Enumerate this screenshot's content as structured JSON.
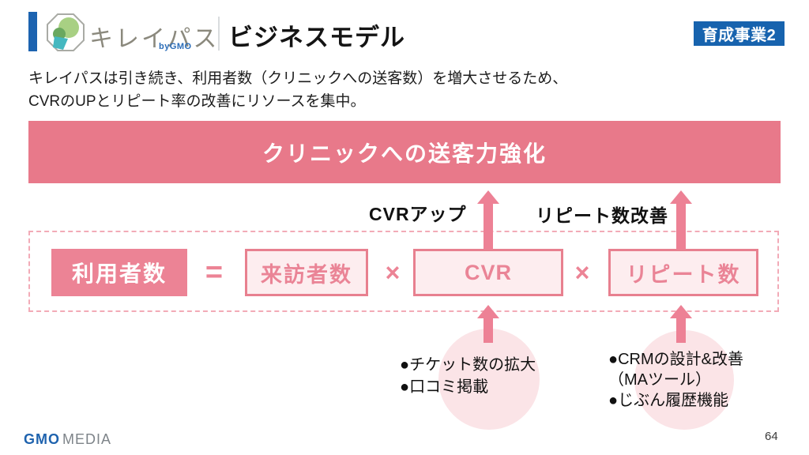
{
  "slide": {
    "header": {
      "brand": "キレイパス",
      "brand_by": "byGMO",
      "title": "ビジネスモデル",
      "badge": "育成事業2"
    },
    "intro": {
      "line1": "キレイパスは引き続き、利用者数（クリニックへの送客数）を増大させるため、",
      "line2": "CVRのUPとリピート率の改善にリソースを集中。"
    },
    "banner": "クリニックへの送客力強化",
    "labels": {
      "cvr": "CVRアップ",
      "repeat": "リピート数改善"
    },
    "formula": {
      "result": "利用者数",
      "equals": "=",
      "times": "×",
      "factor1": "来訪者数",
      "factor2": "CVR",
      "factor3": "リピート数"
    },
    "notes": {
      "cvr": [
        "●チケット数の拡大",
        "●口コミ掲載"
      ],
      "repeat": [
        "●CRMの設計&改善",
        "（MAツール）",
        "●じぶん履歴機能"
      ]
    },
    "footer": {
      "gmo": "GMO",
      "media": "MEDIA",
      "page": "64"
    },
    "colors": {
      "banner_pink": "#e8798a",
      "solid_box_pink": "#ec8395",
      "light_box_fill": "#fdedef",
      "box_border_pink": "#e8808f",
      "arrow_pink": "#ed8195",
      "pale_circle_pink": "#fbe4e7",
      "badge_blue": "#1763ae",
      "logo_bar_blue": "#1c63b0"
    }
  }
}
